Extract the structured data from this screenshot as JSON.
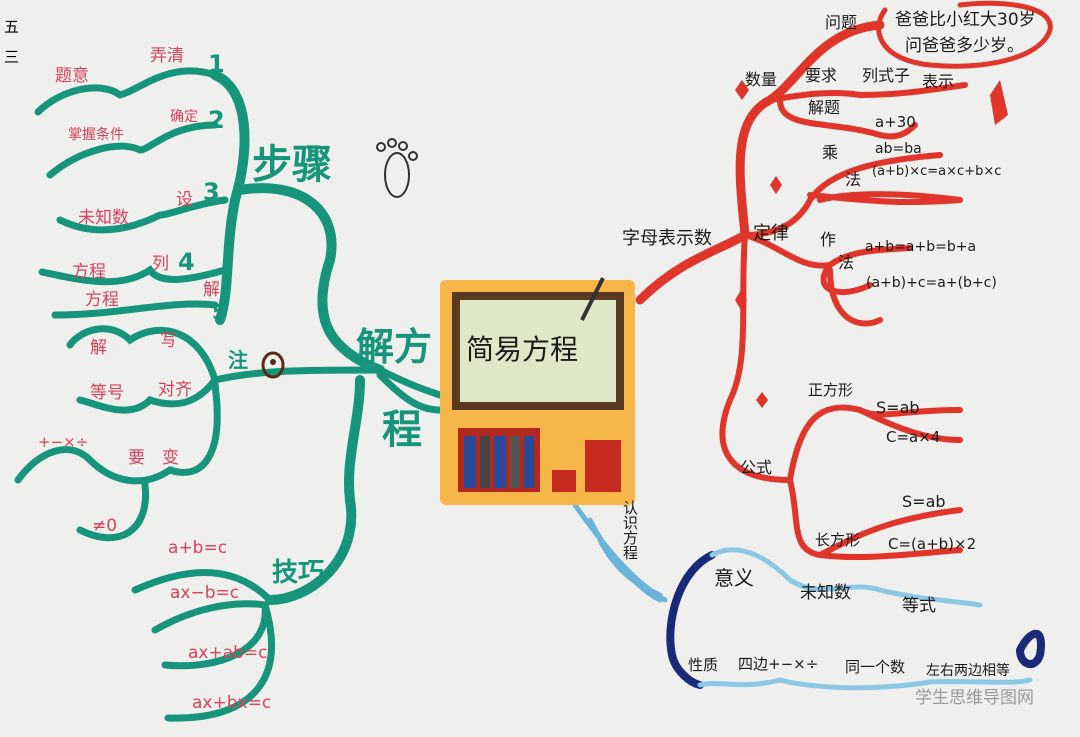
{
  "corner": {
    "a": "五",
    "b": "三"
  },
  "center": {
    "title": "简易方程"
  },
  "colors": {
    "steps_branch": "#17957a",
    "letters_branch": "#e0352b",
    "know_branch": "#6bb3d9",
    "center_border": "#f6b64a"
  },
  "steps": {
    "title": "步骤",
    "items": [
      {
        "num": "1",
        "verb": "弄清",
        "obj": "题意"
      },
      {
        "num": "2",
        "verb": "确定",
        "obj": "掌握条件"
      },
      {
        "num": "3",
        "verb": "设",
        "obj": "未知数"
      },
      {
        "num": "4",
        "verb": "列",
        "obj": "方程"
      },
      {
        "num": "5",
        "verb": "解",
        "obj": "方程"
      }
    ]
  },
  "solve": {
    "title_a": "解方",
    "title_b": "程",
    "note": {
      "label": "注",
      "items": [
        "解",
        "写",
        "等号",
        "对齐",
        "+−×÷",
        "要",
        "变",
        "≠0"
      ]
    },
    "tips": {
      "label": "技巧",
      "items": [
        "a+b=c",
        "ax−b=c",
        "ax+ab=c",
        "ax+bx=c"
      ]
    }
  },
  "letters": {
    "title": "字母表示数",
    "quantity": {
      "label": "数量",
      "question": "问题",
      "problem": "爸爸比小红大30岁",
      "problem2": "问爸爸多少岁。",
      "req": "要求",
      "expr": "列式子",
      "show": "表示",
      "solve": "解题",
      "answer": "a+30"
    },
    "laws": {
      "label": "定律",
      "mult": {
        "a": "乘",
        "b": "法",
        "f1": "ab=ba",
        "f2": "(a+b)×c=a×c+b×c"
      },
      "add": {
        "a": "作",
        "b": "法",
        "f1": "a+b=a+b=b+a",
        "f2": "(a+b)+c=a+(b+c)"
      }
    },
    "formulas": {
      "label": "公式",
      "square": {
        "label": "正方形",
        "s": "S=ab",
        "c": "C=a×4"
      },
      "rect": {
        "label": "长方形",
        "s": "S=ab",
        "c": "C=(a+b)×2"
      }
    }
  },
  "know": {
    "title": "认识方程",
    "meaning": {
      "label": "意义",
      "a": "未知数",
      "b": "等式"
    },
    "property": {
      "label": "性质",
      "a": "四边+−×÷",
      "b": "同一个数",
      "c": "左右两边相等"
    }
  },
  "watermark": "学生思维导图网"
}
